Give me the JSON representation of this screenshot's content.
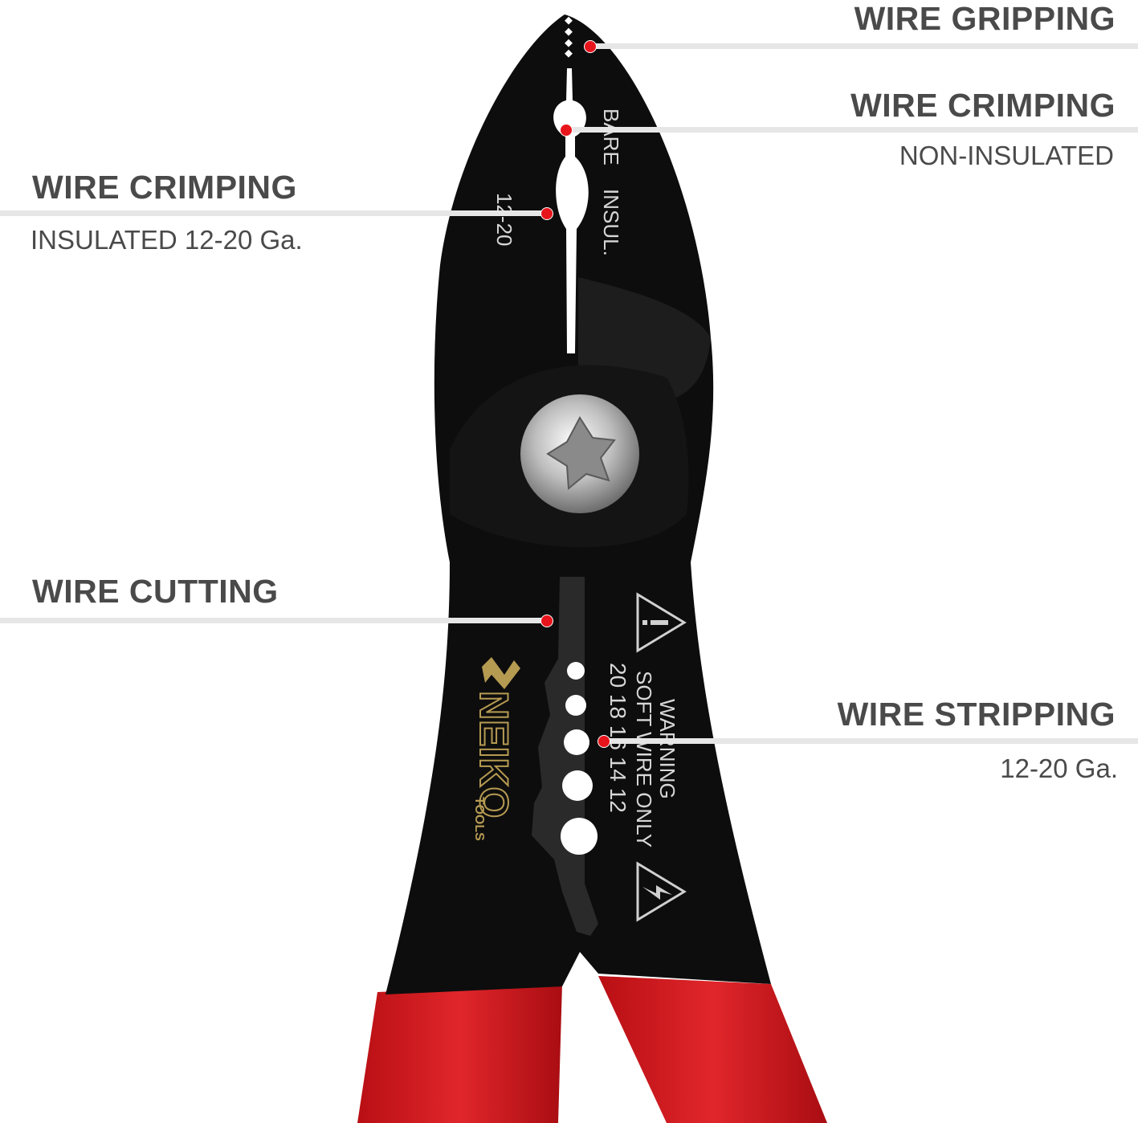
{
  "callouts": {
    "gripping": {
      "title": "WIRE GRIPPING"
    },
    "crimping_bare": {
      "title": "WIRE CRIMPING",
      "subtitle": "NON-INSULATED"
    },
    "crimping_insulated": {
      "title": "WIRE CRIMPING",
      "subtitle": "INSULATED 12-20 Ga."
    },
    "cutting": {
      "title": "WIRE CUTTING"
    },
    "stripping": {
      "title": "WIRE STRIPPING",
      "subtitle": "12-20 Ga."
    }
  },
  "tool_markings": {
    "bare": "BARE",
    "insul": "INSUL.",
    "gauge_range": "12-20",
    "warning": "WARNING",
    "soft_wire": "SOFT WIRE ONLY",
    "gauges": "20 18 16 14 12",
    "brand": "NEIKO",
    "brand_sub": "TOOLS"
  },
  "colors": {
    "handle_red": "#d7161c",
    "steel_black": "#0d0d0d",
    "marker_red": "#e8141b",
    "label_gray": "#4a4a4a"
  },
  "icons": [
    "warning-triangle-icon",
    "electric-hazard-icon",
    "neiko-logo-icon",
    "pivot-screw-icon"
  ]
}
